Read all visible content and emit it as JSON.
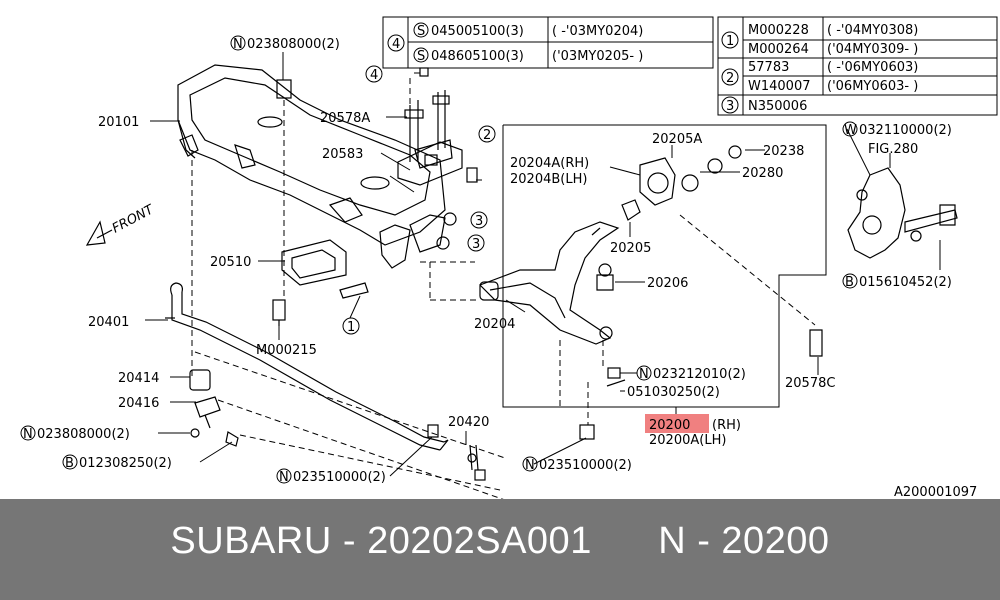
{
  "legend_a": {
    "rows": [
      {
        "num": "4",
        "part": "045005100(3)",
        "range": "(   -'03MY0204)"
      },
      {
        "num": "",
        "part": "048605100(3)",
        "range": "('03MY0205-   )"
      }
    ],
    "prefix": "S"
  },
  "legend_b": {
    "rows": [
      {
        "num": "1",
        "part": "M000228",
        "range": "(   -'04MY0308)"
      },
      {
        "num": "",
        "part": "M000264",
        "range": "('04MY0309-   )"
      },
      {
        "num": "2",
        "part": "57783",
        "range": "(   -'06MY0603)"
      },
      {
        "num": "",
        "part": "W140007",
        "range": "('06MY0603-   )"
      },
      {
        "num": "3",
        "part": "N350006",
        "range": ""
      }
    ]
  },
  "labels": {
    "n023808000_top": "023808000(2)",
    "p20101": "20101",
    "p20578A": "20578A",
    "p20583": "20583",
    "front": "FRONT",
    "p20510": "20510",
    "m000215": "M000215",
    "p20401": "20401",
    "p20414": "20414",
    "p20416": "20416",
    "n023808000_low": "023808000(2)",
    "b012308250": "012308250(2)",
    "n023510000_a": "023510000(2)",
    "p20420": "20420",
    "n023510000_b": "023510000(2)",
    "p20204A": "20204A(RH)",
    "p20204B": "20204B(LH)",
    "p20205A": "20205A",
    "p20238": "20238",
    "p20280": "20280",
    "p20205": "20205",
    "p20206": "20206",
    "p20204": "20204",
    "n023212010": "023212010(2)",
    "p051030250": "051030250(2)",
    "p20200": "20200",
    "rh": "(RH)",
    "p20200A": "20200A(LH)",
    "p20578C": "20578C",
    "w032110000": "032110000(2)",
    "fig280": "FIG.280",
    "b015610452": "015610452(2)",
    "diagram_id": "A200001097"
  },
  "callouts": {
    "n": "N",
    "b": "B",
    "w": "W",
    "c1": "1",
    "c2": "2",
    "c3": "3",
    "c4": "4"
  },
  "footer": {
    "brand": "SUBARU",
    "part_number": "20202SA001",
    "position": "N - 20200"
  },
  "highlight_color": "#f08080"
}
